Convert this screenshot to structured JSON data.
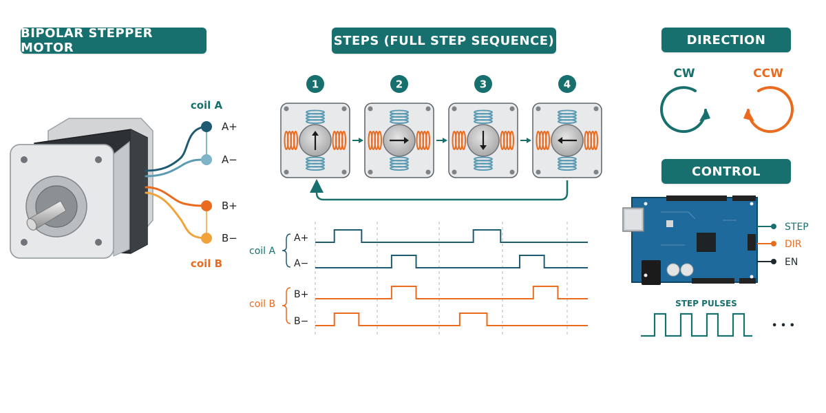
{
  "colors": {
    "teal": "#17706e",
    "blue": "#1e5b72",
    "light_blue": "#5a9bb3",
    "orange": "#ea6a1e",
    "light_orange": "#f0a33a",
    "board": "#1e6a9c",
    "dark": "#1f2a30"
  },
  "sections": {
    "motor_title": "BIPOLAR STEPPER MOTOR",
    "steps_title": "STEPS (FULL STEP SEQUENCE)",
    "direction_title": "DIRECTION",
    "control_title": "CONTROL"
  },
  "motor": {
    "coil_a_label": "coil A",
    "coil_b_label": "coil B",
    "pins": [
      "A+",
      "A−",
      "B+",
      "B−"
    ]
  },
  "steps": {
    "numbers": [
      "1",
      "2",
      "3",
      "4"
    ],
    "arrows": [
      "up-arrow-icon",
      "right-arrow-icon",
      "down-arrow-icon",
      "left-arrow-icon"
    ]
  },
  "waveform": {
    "coil_a_label": "coil A",
    "coil_b_label": "coil B",
    "rows": [
      {
        "label": "A+",
        "coil": "A",
        "pulses": [
          [
            0.07,
            0.17
          ],
          [
            0.58,
            0.68
          ]
        ]
      },
      {
        "label": "A−",
        "coil": "A",
        "pulses": [
          [
            0.28,
            0.37
          ],
          [
            0.75,
            0.84
          ]
        ]
      },
      {
        "label": "B+",
        "coil": "B",
        "pulses": [
          [
            0.28,
            0.37
          ],
          [
            0.8,
            0.89
          ]
        ]
      },
      {
        "label": "B−",
        "coil": "B",
        "pulses": [
          [
            0.07,
            0.16
          ],
          [
            0.53,
            0.63
          ]
        ]
      }
    ]
  },
  "direction": {
    "cw_label": "CW",
    "ccw_label": "CCW"
  },
  "control": {
    "signals": [
      "STEP",
      "DIR",
      "EN"
    ],
    "pulses_label": "STEP PULSES",
    "pulse_count": 4,
    "ellipsis": "• • •"
  }
}
